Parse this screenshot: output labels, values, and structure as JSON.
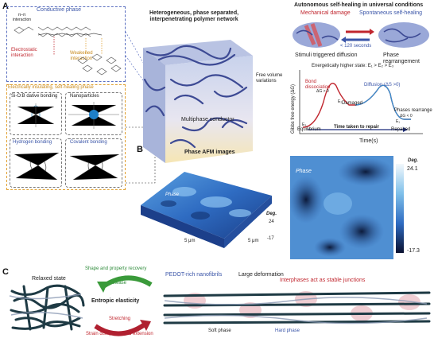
{
  "panelA": {
    "letter": "A",
    "conductive_phase": "Conductive phase",
    "pi_interaction": "π–π\ninteraction",
    "electrostatic": "Electrostatic\ninteraction",
    "weakened": "Weakened\ninteraction",
    "insulating_phase": "Electrically insulating, self-healing phase",
    "sio_b": "Si-O:B dative bonding",
    "nanoparticles": "Nanoparticles",
    "hydrogen": "Hydrogen bonding",
    "covalent": "Covalent bonding",
    "network_title": "Heterogeneous, phase separated,\ninterpenetrating polymer network",
    "multiphase": "Multiphase conductor",
    "free_volume": "Free volume\nvariations",
    "healing_title": "Autonomous self-healing in universal conditions",
    "mech_damage": "Mechanical damage",
    "spont_heal": "Spontaneous self-healing",
    "time_label": "< 120 seconds",
    "stimuli": "Stimuli triggered diffusion",
    "phase_rearr": "Phase rearrangement",
    "energy_state": "Energetically higher state: E₁ > E₂ > E₃",
    "bond_dissoc": "Bond\ndissociation",
    "dg_pos": "ΔG > 0",
    "diffusion": "Diffusion (ΔS >0)",
    "damaged": "Damaged",
    "phases_rearr": "Phases rearrange",
    "dg_neg": "ΔG < 0",
    "equilibrium": "Equilibrium",
    "repaired": "Repaired",
    "time_repair": "Time taken to repair",
    "e1": "E₁",
    "e2": "E₂",
    "e3": "E₃",
    "yaxis": "Gibbs free energy (ΔG)",
    "xaxis": "Time(s)"
  },
  "panelB": {
    "letter": "B",
    "title": "Phase AFM images",
    "phase_label": "Phase",
    "phase_label2": "Phase",
    "deg": "Deg.",
    "deg_top": "24",
    "deg_bot": "-17",
    "scale1": "5 μm",
    "scale2": "5 μm",
    "cb_title": "Deg.",
    "cb_max": "24.1",
    "cb_min": "-17.3"
  },
  "panelC": {
    "letter": "C",
    "relaxed": "Relaxed state",
    "shape_recovery": "Shape and property recovery",
    "release": "Release",
    "entropic": "Entropic elasticity",
    "stretching": "Stretching",
    "strain": "Strain dissipation and extension",
    "pedot": "PEDOT-rich nanofibrils",
    "large_def": "Large deformation",
    "interphases": "Interphases act as stable junctions",
    "soft_phase": "Soft phase",
    "hard_phase": "Hard phase"
  },
  "colors": {
    "blue": "#3a55a8",
    "red": "#c0262e",
    "orange": "#e0a030",
    "green": "#2e8b3a",
    "afm_blue": "#3a7bc8"
  }
}
